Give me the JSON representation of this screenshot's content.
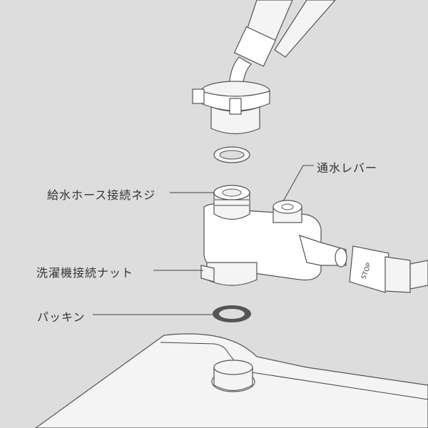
{
  "labels": {
    "lever": "通水レバー",
    "hose_screw": "給水ホース接続ネジ",
    "washer_nut": "洗濯機接続ナット",
    "packing": "パッキン"
  },
  "connector_text": "STOP",
  "colors": {
    "background": "#dddddd",
    "line": "#555555",
    "packing_dark": "#555555"
  }
}
